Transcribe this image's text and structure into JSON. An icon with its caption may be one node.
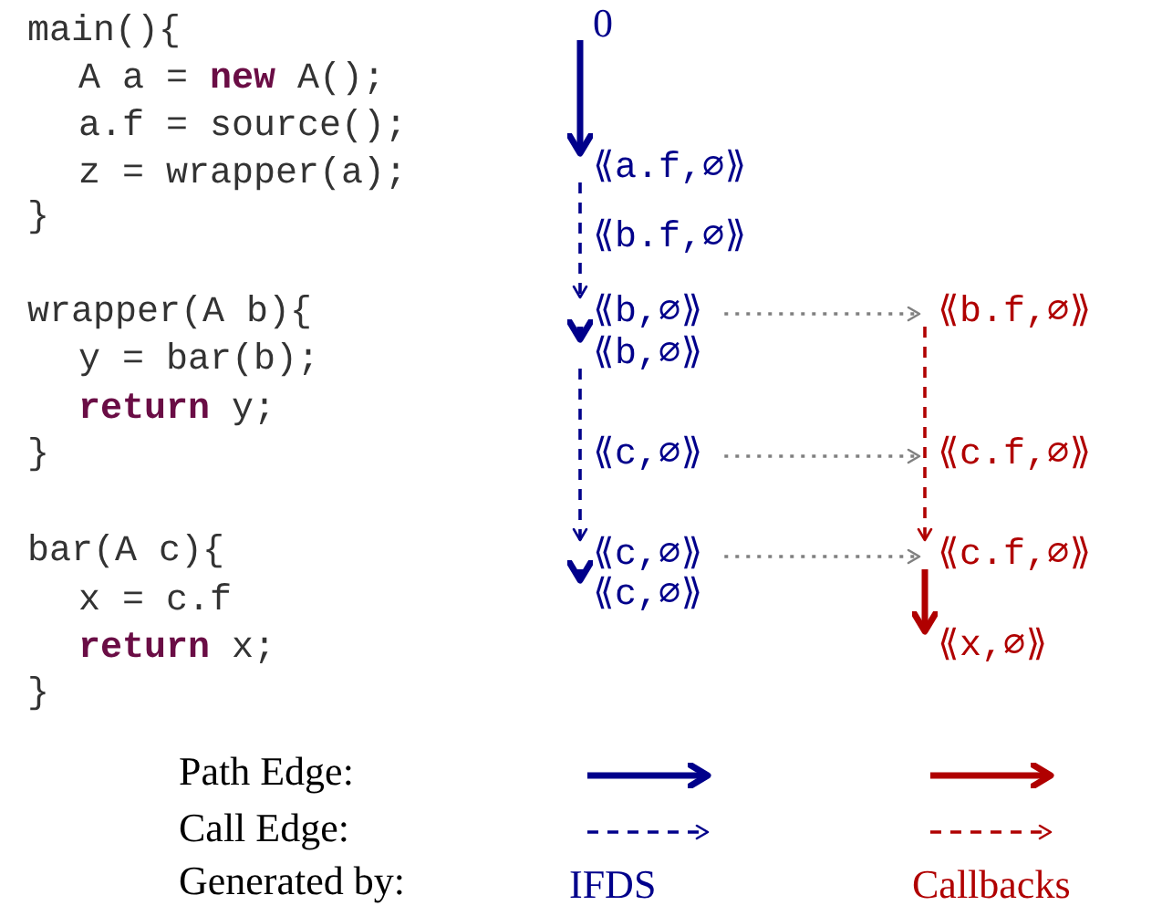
{
  "diagram": {
    "nodes": [
      {
        "text": [
          "0"
        ]
      },
      {
        "text": [
          "⟪a.f,∅⟫"
        ]
      },
      {
        "text": [
          "⟪b.f,∅⟫"
        ]
      },
      {
        "text": [
          "⟪b,∅⟫"
        ]
      },
      {
        "text": [
          "⟪b,∅⟫"
        ]
      },
      {
        "text": [
          "⟪c,∅⟫"
        ]
      },
      {
        "text": [
          "⟪c,∅⟫"
        ]
      },
      {
        "text": [
          "⟪c,∅⟫"
        ]
      },
      {
        "text": [
          "⟪b.f,∅⟫"
        ]
      },
      {
        "text": [
          "⟪c.f,∅⟫"
        ]
      },
      {
        "text": [
          "⟪c.f,∅⟫"
        ]
      },
      {
        "text": [
          "⟪x,∅⟫"
        ]
      }
    ],
    "edges": [
      {
        "from": 0,
        "to": 1,
        "arrow": "to",
        "style": "thick"
      },
      {
        "from": 1,
        "to": 3,
        "arrow": "to",
        "style": "dashed"
      },
      {
        "from": 3,
        "to": 4,
        "arrow": "to",
        "style": "thick"
      },
      {
        "from": 4,
        "to": 6,
        "arrow": "to",
        "style": "dashed"
      },
      {
        "from": 6,
        "to": 7,
        "arrow": "to",
        "style": "thick"
      },
      {
        "from": 3,
        "to": 8,
        "arrow": "to",
        "style": "dashed",
        "color": "#808080"
      },
      {
        "from": 5,
        "to": 9,
        "arrow": "to",
        "style": "dashed",
        "color": "#808080"
      },
      {
        "from": 6,
        "to": 10,
        "arrow": "to",
        "style": "dashed",
        "color": "#808080"
      },
      {
        "from": 8,
        "to": 10,
        "arrow": "to",
        "style": "dashed",
        "color": "#b00000"
      },
      {
        "from": 10,
        "to": 11,
        "arrow": "to",
        "style": "thick",
        "color": "#b00000"
      }
    ],
    "labels": [
      "main(){",
      "A a = **new** A();",
      "a.f = source();",
      "z = wrapper(a);",
      "}",
      "wrapper(A b){",
      "y = bar(b);",
      "**return** y;",
      "}",
      "bar(A c){",
      "x = c.f",
      "**return** x;",
      "}",
      "Generated by:",
      "IFDS",
      "Callbacks"
    ],
    "legend": [
      {
        "text": "Path Edge:"
      },
      {
        "text": "Call Edge:"
      }
    ]
  }
}
